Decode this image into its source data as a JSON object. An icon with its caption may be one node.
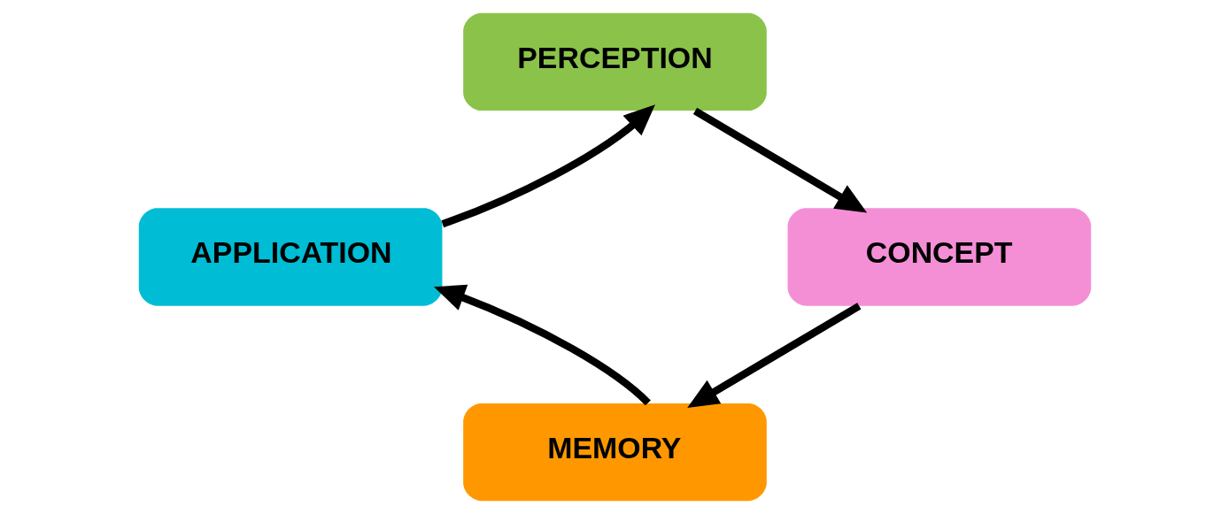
{
  "diagram": {
    "nodes": [
      {
        "text": [
          "PERCEPTION"
        ]
      },
      {
        "text": [
          "CONCEPT"
        ]
      },
      {
        "text": [
          "MEMORY"
        ]
      },
      {
        "text": [
          "APPLICATION"
        ]
      }
    ],
    "edges": [
      {
        "from": 0,
        "to": 1,
        "arrow": "to"
      },
      {
        "from": 1,
        "to": 2,
        "arrow": "to"
      },
      {
        "from": 2,
        "to": 3,
        "arrow": "to"
      },
      {
        "from": 3,
        "to": 0,
        "arrow": "to"
      }
    ]
  }
}
